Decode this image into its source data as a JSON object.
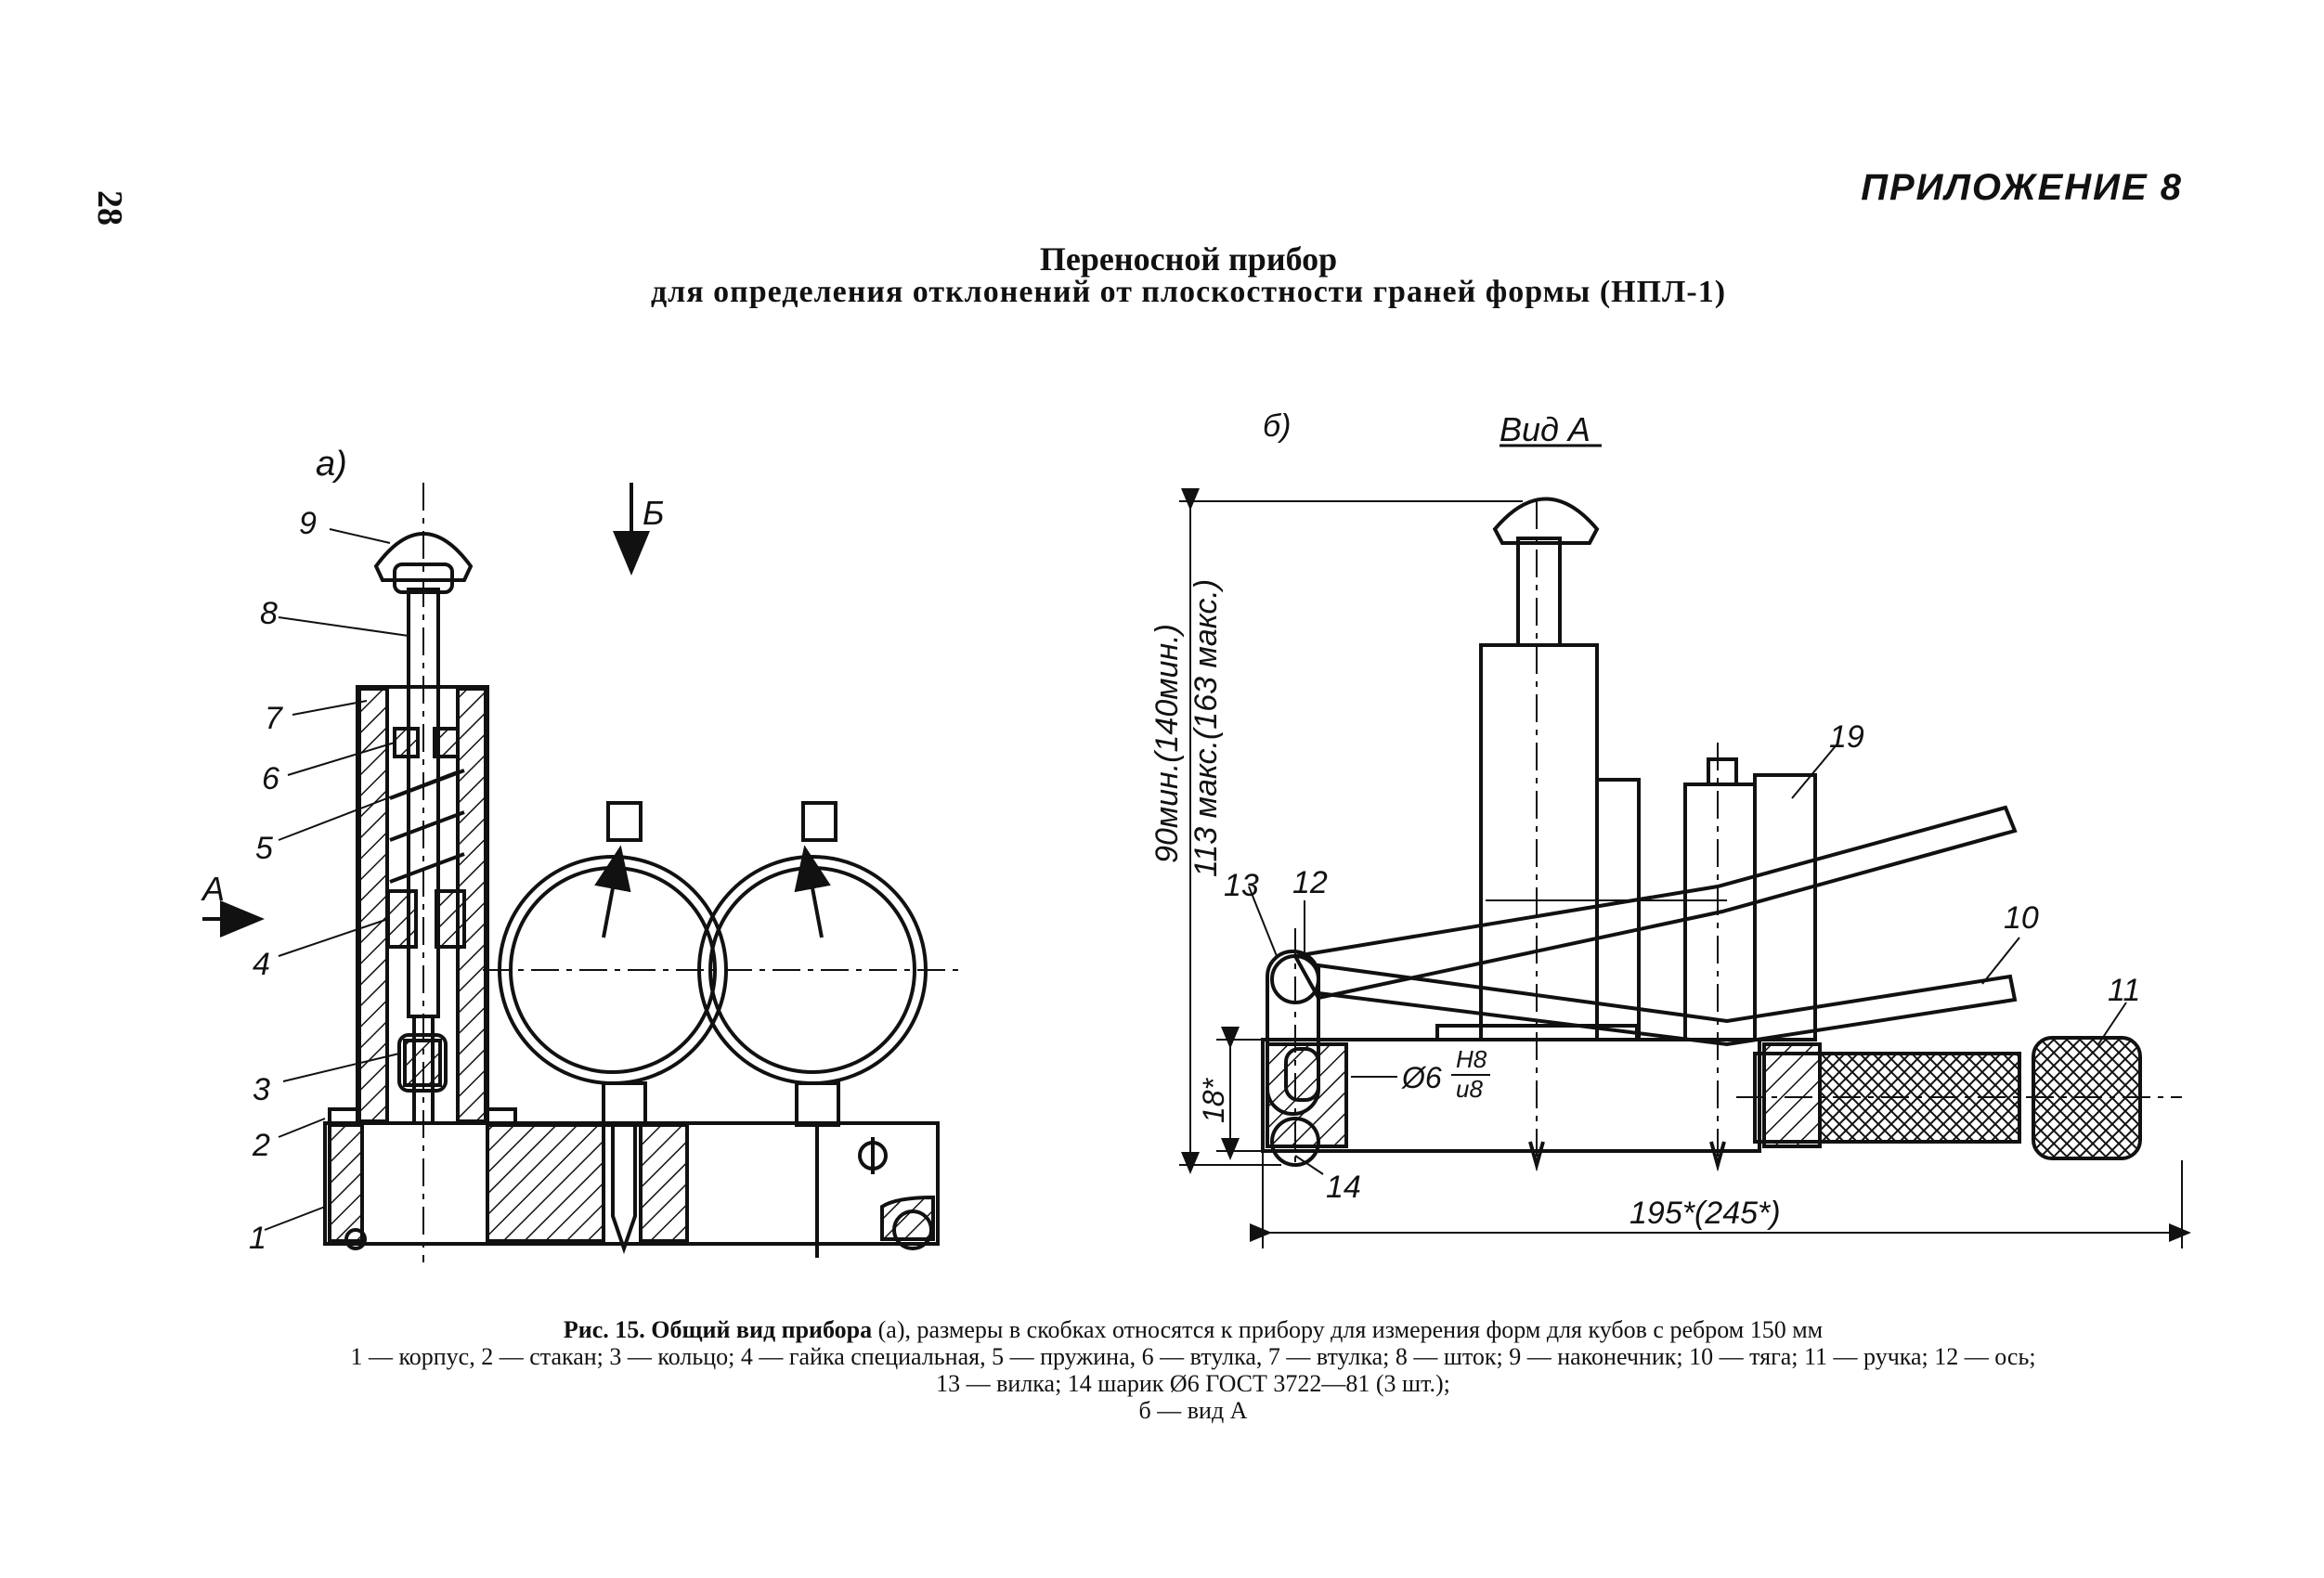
{
  "page_number": "28",
  "appendix": "ПРИЛОЖЕНИЕ 8",
  "title_line1": "Переносной прибор",
  "title_line2": "для определения отклонений от плоскостности граней формы (НПЛ-1)",
  "figure": {
    "label_a": "а)",
    "label_b": "б)",
    "view_a": "Вид А",
    "arrow_b": "Б",
    "arrow_a": "А",
    "callouts_a": [
      "1",
      "2",
      "3",
      "4",
      "5",
      "6",
      "7",
      "8",
      "9"
    ],
    "callouts_b": [
      "10",
      "11",
      "12",
      "13",
      "14",
      "19"
    ],
    "dim_height_1": "90мин.(140мин.)",
    "dim_height_2": "113 макс.(163 макс.)",
    "dim_18": "18*",
    "dim_width": "195*(245*)",
    "fit_prefix": "Ø6",
    "fit_num": "Н8",
    "fit_den": "и8"
  },
  "caption": {
    "lead": "Рис. 15. Общий вид прибора",
    "line1_rest": " (а), размеры в скобках относятся к прибору для измерения форм для кубов с ребром 150 мм",
    "line2": "1 — корпус, 2 — стакан; 3 — кольцо; 4 — гайка специальная, 5 — пружина, 6 — втулка, 7 — втулка; 8 — шток; 9 — наконечник; 10 — тяга; 11 — ручка; 12 — ось;",
    "line3": "13 — вилка; 14 шарик Ø6 ГОСТ 3722—81 (3 шт.);",
    "line4": "б — вид А"
  }
}
